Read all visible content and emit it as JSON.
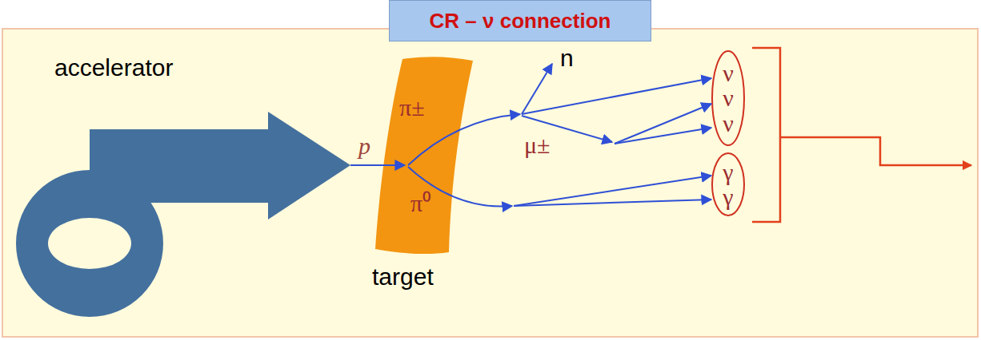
{
  "diagram": {
    "nodes": [
      {
        "text": [
          "CR – ν connection"
        ]
      },
      {
        "text": [
          "π±",
          "π⁰",
          "target"
        ]
      },
      {
        "text": [
          "ν",
          "ν",
          "ν"
        ]
      },
      {
        "text": [
          "γ",
          "γ"
        ]
      }
    ],
    "labels": [
      "accelerator",
      "p",
      "n",
      "μ±"
    ]
  }
}
